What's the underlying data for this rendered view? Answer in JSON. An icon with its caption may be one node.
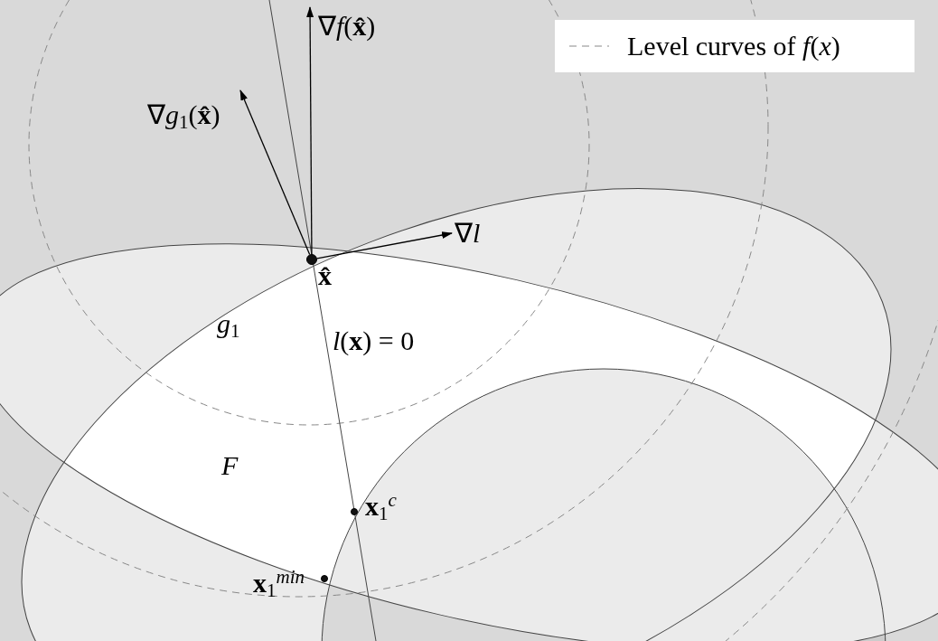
{
  "diagram": {
    "nodes": [
      {
        "text": [],
        "shape": "circle",
        "beside": [
          "x̂"
        ]
      },
      {
        "text": [
          "∇*f*(**x̂**)"
        ]
      },
      {
        "text": [
          "∇*g*$_{1}$(**x̂**)"
        ]
      },
      {
        "text": [
          "∇*l*"
        ]
      },
      {
        "text": [],
        "shape": "circle",
        "beside": [
          "**x**$_{1}$$^{c}$"
        ]
      },
      {
        "text": [],
        "shape": "circle",
        "beside": [
          "**x**$_{1}$$^{min}$"
        ]
      }
    ],
    "edges": [
      {
        "from": 0,
        "to": 1,
        "arrow": "to"
      },
      {
        "from": 0,
        "to": 2,
        "arrow": "to"
      },
      {
        "from": 0,
        "to": 3,
        "arrow": "to"
      }
    ],
    "labels": [
      "*g*$_{1}$",
      "*l*(**x**) = 0",
      "F"
    ],
    "legend": [
      {
        "text": "Level curves of *f*(*x*)"
      }
    ]
  }
}
